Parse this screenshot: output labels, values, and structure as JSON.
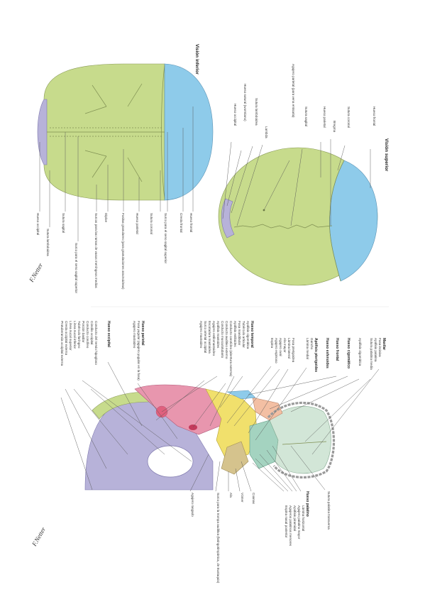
{
  "colors": {
    "parietal": "#c7db8c",
    "frontal": "#8ecbea",
    "occipital": "#b7b2d9",
    "temporal": "#e896ae",
    "sphenoid": "#f1e06c",
    "palatine": "#a4d3c0",
    "maxilla": "#d2e6d7",
    "zygomatic": "#f3bfa3",
    "vomer": "#d5c38d"
  },
  "vertex_view": {
    "title": "Visión superior",
    "labels": [
      "Hueso frontal",
      "Sutura coronal",
      "Bregma",
      "Hueso parietal",
      "Sutura sagital",
      "Agujero parietal (para vena emisaria)",
      "Lambda",
      "Sutura lambdoidea",
      "Hueso sutural (wormiano)",
      "Hueso occipital"
    ]
  },
  "interior_view": {
    "title": "Visión inferior",
    "labels": [
      "Hueso frontal",
      "Cresta frontal",
      "Surco para el seno sagital superior",
      "Sutura coronal",
      "Hueso parietal",
      "Fositas granulares (para granulaciones aracnoideas)",
      "Diploe",
      "Surcos para las ramas de vasos meníngeos medios",
      "Surco para el seno sagital superior",
      "Sutura sagital",
      "Sutura lambdoidea",
      "Hueso occipital"
    ]
  },
  "base_view": {
    "left_labels": [
      {
        "text": "Maxilar",
        "bold": true
      },
      {
        "text": "Fosa incisiva",
        "bold": false
      },
      {
        "text": "Apófisis palatina",
        "bold": false
      },
      {
        "text": "Sutura palatina media",
        "bold": false
      },
      {
        "text": "Apófisis zigomática",
        "bold": false
      },
      {
        "text": "Hueso cigomático",
        "bold": true
      },
      {
        "text": "Hueso frontal",
        "bold": true
      },
      {
        "text": "Hueso esfenoides",
        "bold": true
      },
      {
        "text": "Apófisis pterigoides",
        "bold": true
      },
      {
        "text": "Gancho",
        "bold": false
      },
      {
        "text": "Lámina medial",
        "bold": false
      },
      {
        "text": "Fosa pterigoidea",
        "bold": false
      },
      {
        "text": "Lámina lateral",
        "bold": false
      },
      {
        "text": "Ala mayor",
        "bold": false
      },
      {
        "text": "Agujero oval",
        "bold": false
      },
      {
        "text": "Agujero espinoso",
        "bold": false
      },
      {
        "text": "Espina",
        "bold": false
      },
      {
        "text": "Hueso temporal",
        "bold": true
      },
      {
        "text": "Apófisis cigomática",
        "bold": false
      },
      {
        "text": "Tubérculo articular",
        "bold": false
      },
      {
        "text": "Fosa mandibular",
        "bold": false
      },
      {
        "text": "Apófisis estiloides",
        "bold": false
      },
      {
        "text": "Conducto carotídeo (abertura externa)",
        "bold": false
      },
      {
        "text": "Conducto auditivo externo",
        "bold": false
      },
      {
        "text": "Conducto musculotubario",
        "bold": false
      },
      {
        "text": "Apófisis mastoides",
        "bold": false
      },
      {
        "text": "Agujero estilomastoideo",
        "bold": false
      },
      {
        "text": "Escotadura mastoidea",
        "bold": false
      },
      {
        "text": "Surco arterial occipital",
        "bold": false
      },
      {
        "text": "Agujero mastoideo",
        "bold": false
      },
      {
        "text": "Hueso parietal",
        "bold": true
      },
      {
        "text": "Fosa yugular (agujero yugular en la fosa)",
        "bold": false
      },
      {
        "text": "Agujero mastoideo",
        "bold": false
      },
      {
        "text": "Hueso occipital",
        "bold": true
      },
      {
        "text": "Conducto del nervio hipogloso",
        "bold": false
      },
      {
        "text": "Cóndilo occipital",
        "bold": false
      },
      {
        "text": "Conducto condíleo",
        "bold": false
      },
      {
        "text": "Porción basilar",
        "bold": false
      },
      {
        "text": "Tubérculo faríngeo",
        "bold": false
      },
      {
        "text": "Línea nucal inferior",
        "bold": false
      },
      {
        "text": "Línea nucal superior",
        "bold": false
      },
      {
        "text": "Cresta occipital externa",
        "bold": false
      },
      {
        "text": "Protuberancia occipital externa",
        "bold": false
      }
    ],
    "bottom_labels": [
      {
        "text": "Sutura palatina transversa",
        "bold": false
      },
      {
        "text": "Hueso palatino",
        "bold": true
      },
      {
        "text": "Lámina horizontal",
        "bold": false
      },
      {
        "text": "Agujero palatino mayor",
        "bold": false
      },
      {
        "text": "Apófisis piramidal",
        "bold": false
      },
      {
        "text": "Agujeros palatinos menores",
        "bold": false
      },
      {
        "text": "Espina nasal posterior",
        "bold": false
      },
      {
        "text": "Coanas",
        "bold": false
      },
      {
        "text": "Vómer",
        "bold": false
      },
      {
        "text": "Ala",
        "bold": false
      },
      {
        "text": "Surco para la trompa auditiva (faringotimpánica, de Eustaquio)",
        "bold": false
      },
      {
        "text": "Agujero rasgado",
        "bold": false
      }
    ]
  },
  "signature": "F.Netter"
}
